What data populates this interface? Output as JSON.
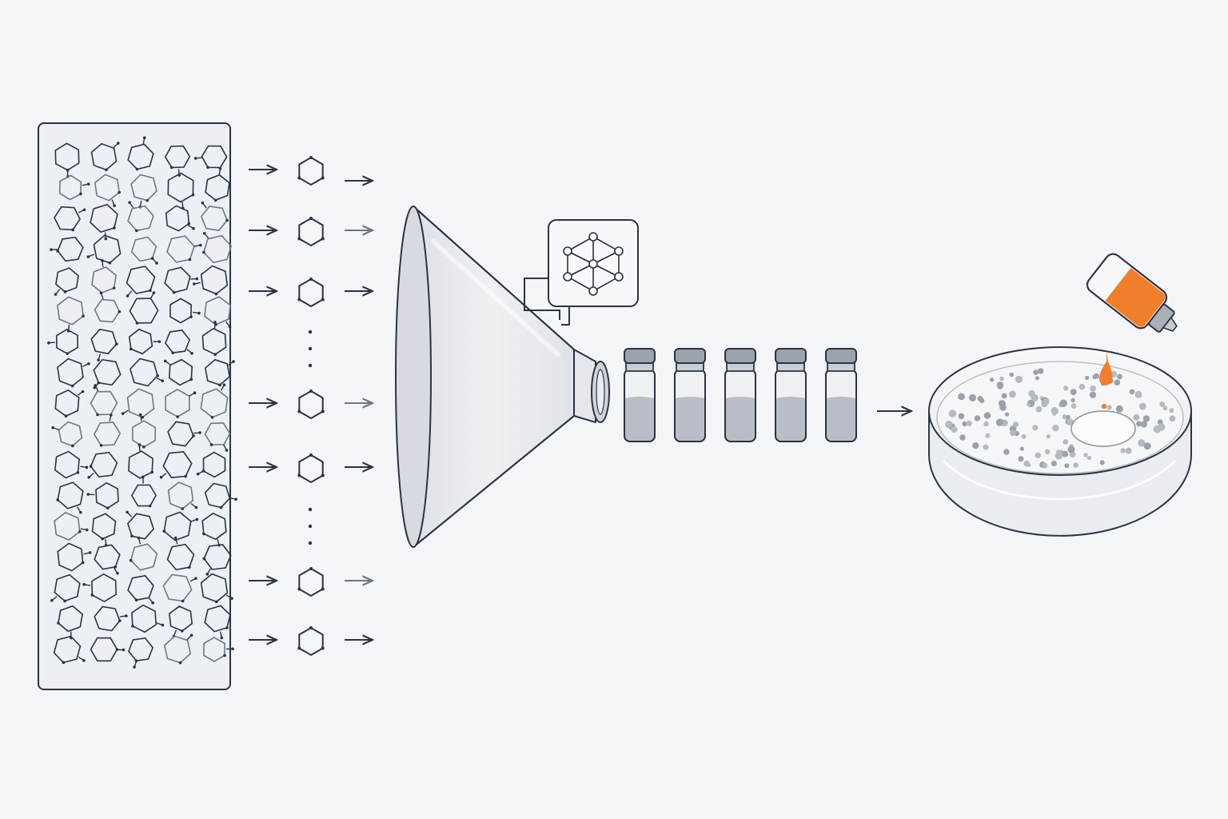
{
  "diagram": {
    "library_molecule_count": 85,
    "selected_molecule_count": 7,
    "vial_count": 5,
    "colors": {
      "background": "#f3f5f8",
      "ink": "#2b3442",
      "muted": "#8a929d",
      "funnel_fill": "#e6e9ee",
      "vial_liquid": "#b9bec6",
      "accent": "#f07f2c"
    },
    "icons": {
      "filter": "funnel-icon",
      "model": "neural-network-icon",
      "sample": "vial-icon",
      "assay": "petri-dish-icon",
      "reagent": "dropper-bottle-icon"
    }
  }
}
